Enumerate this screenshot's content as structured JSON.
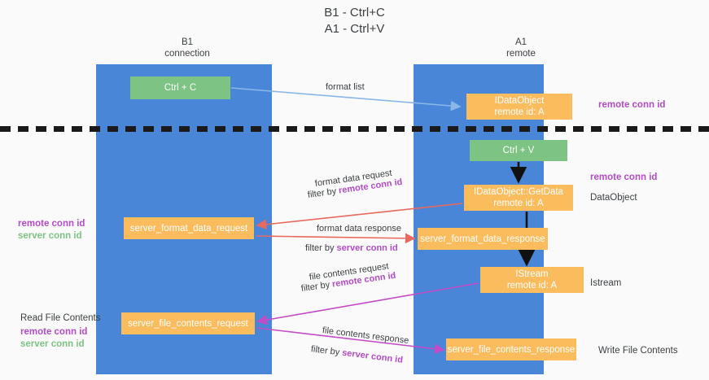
{
  "title": "B1 - Ctrl+C\nA1 - Ctrl+V",
  "columns": {
    "b1": "B1\nconnection",
    "a1": "A1\nremote"
  },
  "nodes": {
    "ctrl_c": "Ctrl + C",
    "data_object": "IDataObject\nremote id: A",
    "ctrl_v": "Ctrl + V",
    "get_data": "IDataObject::GetData\nremote id: A",
    "server_format_data_request": "server_format_data_request",
    "server_format_data_response": "server_format_data_response",
    "istream": "IStream\nremote id: A",
    "server_file_contents_request": "server_file_contents_request",
    "server_file_contents_response": "server_file_contents_response"
  },
  "arrow_labels": {
    "format_list": "format list",
    "format_data_request": "format data request",
    "format_data_request_filter_prefix": "filter by ",
    "format_data_request_filter_key": "remote conn id",
    "format_data_response": "format data response",
    "format_data_response_filter_prefix": "filter by ",
    "format_data_response_filter_key": "server conn id",
    "file_contents_request": "file contents request",
    "file_contents_request_filter_prefix": "filter by ",
    "file_contents_request_filter_key": "remote conn id",
    "file_contents_response": "file contents response",
    "file_contents_response_filter_prefix": "filter by ",
    "file_contents_response_filter_key": "server conn id"
  },
  "annotations": {
    "remote_conn_id_top": "remote conn id",
    "remote_conn_id_mid": "remote conn id",
    "data_object": "DataObject",
    "istream": "Istream",
    "write_file_contents": "Write File Contents",
    "read_file_contents": "Read File Contents",
    "remote_conn_id": "remote conn id",
    "server_conn_id": "server conn id"
  },
  "colors": {
    "lane": "#4a86d8",
    "green_node": "#7dc383",
    "orange_node": "#fbbc5e",
    "remote_conn_id": "#b44bc8",
    "server_conn_id": "#7dc383",
    "arrow_blue": "#8ab6e8",
    "arrow_red": "#e8695e",
    "arrow_magenta": "#c44bc8",
    "arrow_black": "#111111"
  }
}
